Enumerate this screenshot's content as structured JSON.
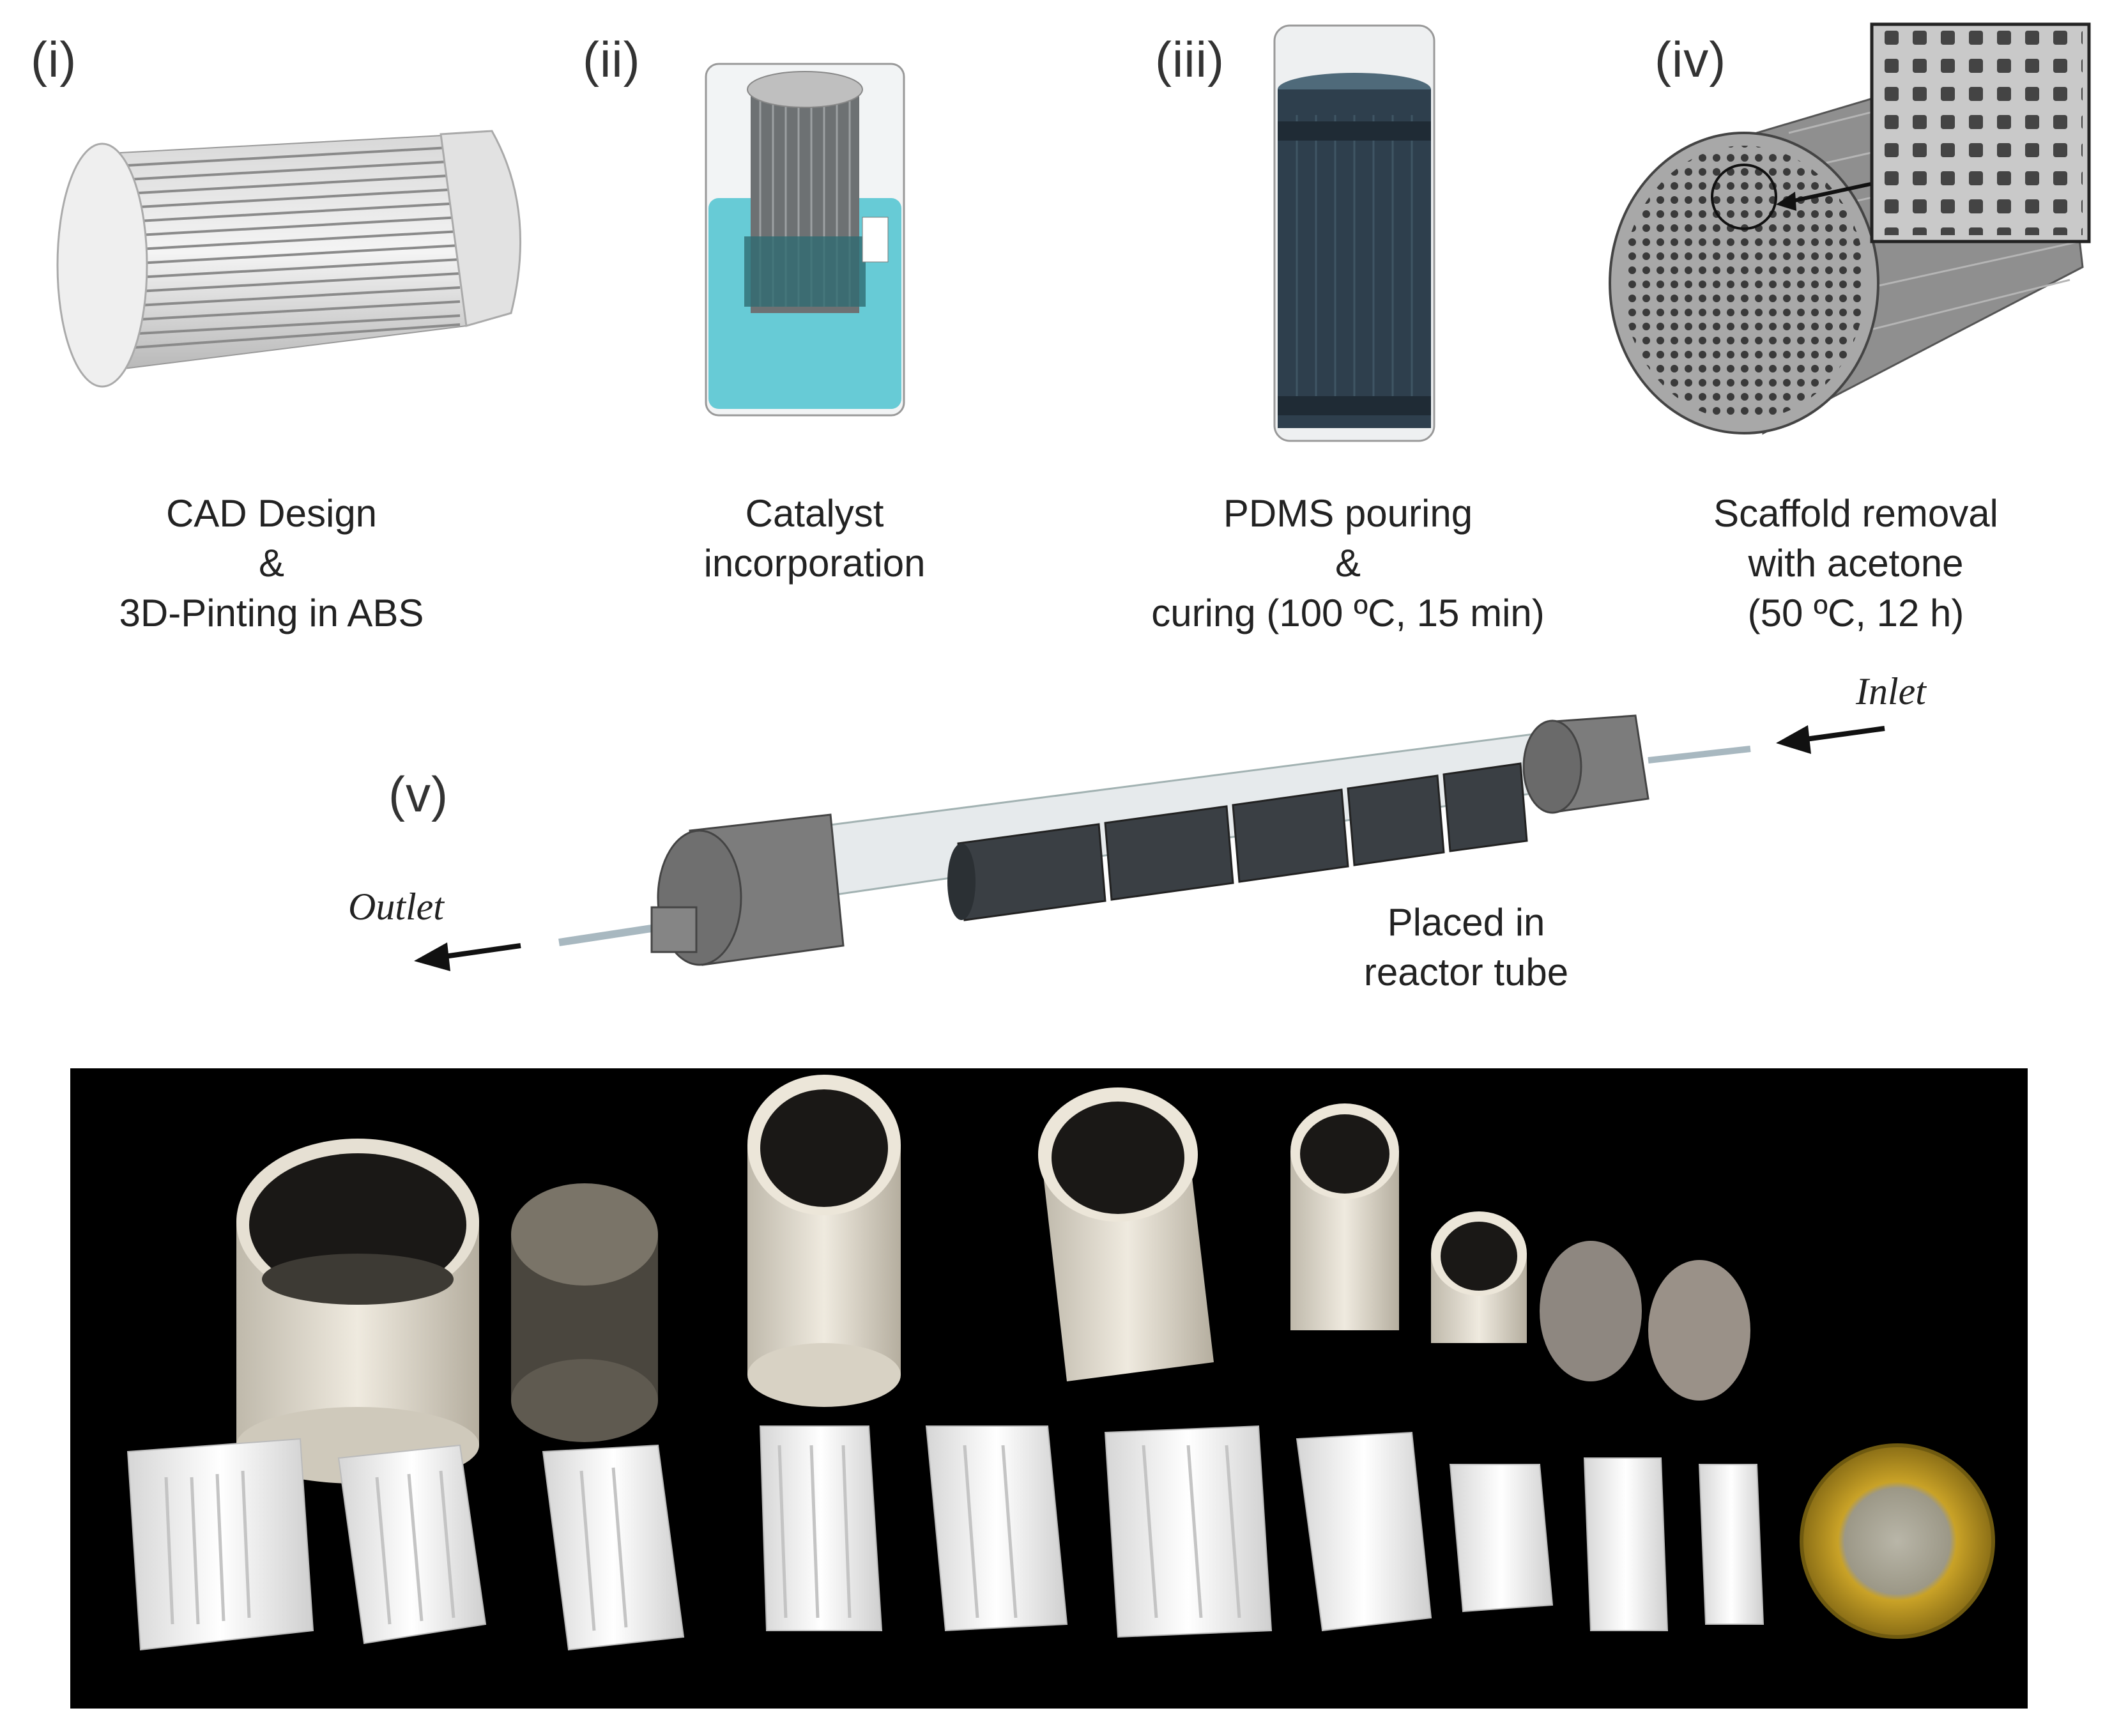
{
  "steps": [
    {
      "label": "(i)",
      "caption": [
        "CAD Design",
        "&",
        "3D-Pinting in ABS"
      ]
    },
    {
      "label": "(ii)",
      "caption": [
        "Catalyst",
        "incorporation"
      ]
    },
    {
      "label": "(iii)",
      "caption": [
        "PDMS pouring",
        "&",
        "curing (100 ºC, 15 min)"
      ]
    },
    {
      "label": "(iv)",
      "caption": [
        "Scaffold removal",
        "with acetone",
        "(50 ºC, 12 h)"
      ]
    },
    {
      "label": "(v)",
      "caption": [
        "Placed in",
        "reactor tube"
      ]
    }
  ],
  "flow": {
    "inlet": "Inlet",
    "outlet": "Outlet"
  },
  "colors": {
    "abs_white": "#ececec",
    "catalyst_blue": "#4fc3d0",
    "pdms_dark": "#2e3f4d",
    "photo_background": "#000000",
    "coin_gold": "#c9a227"
  },
  "icons": [
    "arrow-left-icon"
  ]
}
